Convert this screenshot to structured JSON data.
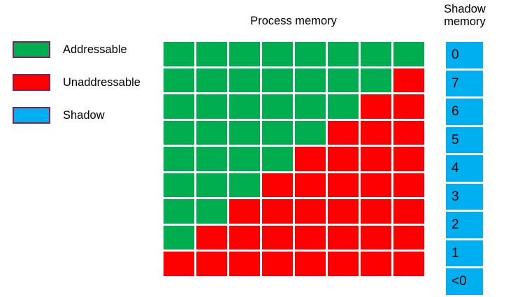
{
  "legend": {
    "items": [
      {
        "label": "Addressable",
        "color": "#00AE50",
        "swatch_name": "legend-swatch-addressable"
      },
      {
        "label": "Unaddressable",
        "color": "#FE0000",
        "swatch_name": "legend-swatch-unaddressable"
      },
      {
        "label": "Shadow",
        "color": "#00AFEF",
        "swatch_name": "legend-swatch-shadow"
      }
    ]
  },
  "process_memory": {
    "title": "Process memory",
    "columns": 8,
    "rows": 9,
    "green_counts": [
      8,
      7,
      6,
      5,
      4,
      3,
      2,
      1,
      0
    ]
  },
  "shadow_memory": {
    "title_line1": "Shadow",
    "title_line2": "memory",
    "values": [
      "0",
      "7",
      "6",
      "5",
      "4",
      "3",
      "2",
      "1",
      "<0"
    ],
    "color": "#00AFEF"
  },
  "colors": {
    "addressable": "#00AE50",
    "unaddressable": "#FE0000",
    "shadow": "#00AFEF",
    "swatch_border": "#8B1A5A",
    "background": "#FFFFFF"
  }
}
